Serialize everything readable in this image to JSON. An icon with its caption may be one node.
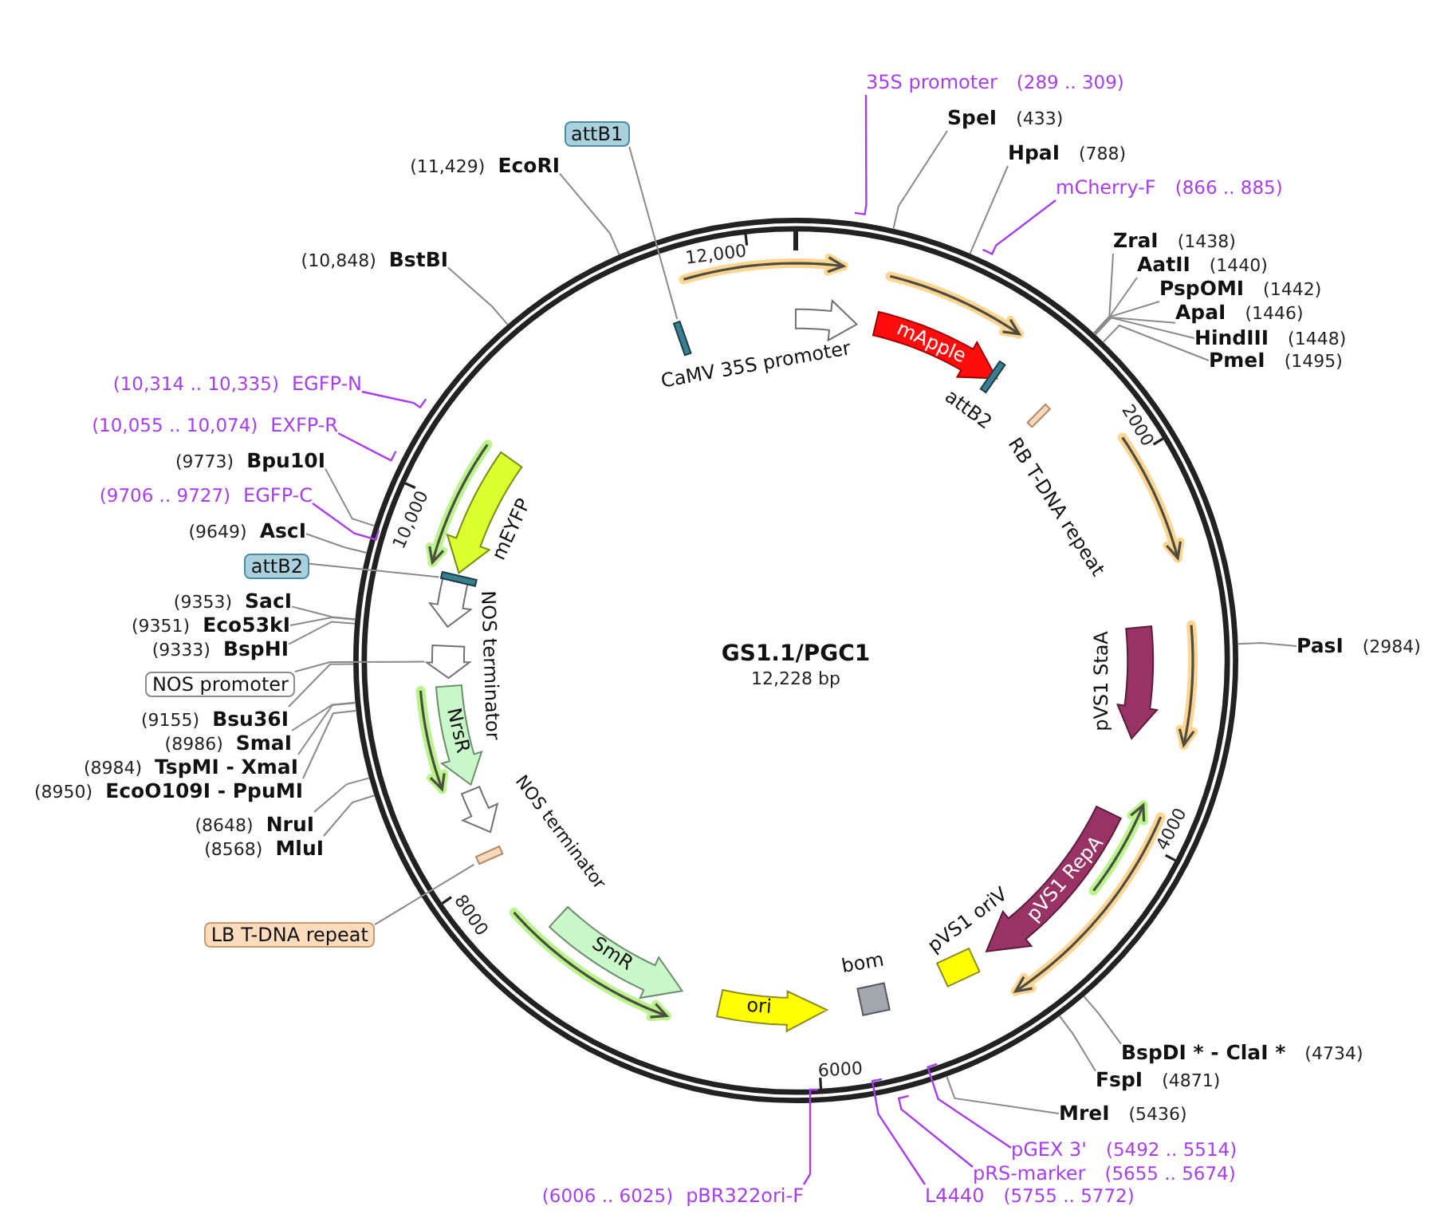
{
  "diagram": {
    "title": "GS1.1/PGC1",
    "nodes": [
      {
        "text": [
          "35S promoter"
        ],
        "beside": [
          "(289 .. 309)"
        ]
      },
      {
        "text": [
          "SpeI"
        ],
        "beside": [
          "(433)"
        ]
      },
      {
        "text": [
          "HpaI"
        ],
        "beside": [
          "(788)"
        ]
      },
      {
        "text": [
          "mCherry-F"
        ],
        "beside": [
          "(866 .. 885)"
        ]
      },
      {
        "text": [
          "ZraI"
        ],
        "beside": [
          "(1438)"
        ]
      },
      {
        "text": [
          "AatII"
        ],
        "beside": [
          "(1440)"
        ]
      },
      {
        "text": [
          "PspOMI"
        ],
        "beside": [
          "(1442)"
        ]
      },
      {
        "text": [
          "ApaI"
        ],
        "beside": [
          "(1446)"
        ]
      },
      {
        "text": [
          "HindIII"
        ],
        "beside": [
          "(1448)"
        ]
      },
      {
        "text": [
          "PmeI"
        ],
        "beside": [
          "(1495)"
        ]
      },
      {
        "text": [
          "PasI"
        ],
        "beside": [
          "(2984)"
        ]
      },
      {
        "text": [
          "BspDI * - ClaI *"
        ],
        "beside": [
          "(4734)"
        ]
      },
      {
        "text": [
          "FspI"
        ],
        "beside": [
          "(4871)"
        ]
      },
      {
        "text": [
          "MreI"
        ],
        "beside": [
          "(5436)"
        ]
      },
      {
        "text": [
          "pGEX 3'"
        ],
        "beside": [
          "(5492 .. 5514)"
        ]
      },
      {
        "text": [
          "pRS-marker"
        ],
        "beside": [
          "(5655 .. 5674)"
        ]
      },
      {
        "text": [
          "L4440"
        ],
        "beside": [
          "(5755 .. 5772)"
        ]
      },
      {
        "text": [
          "pBR322ori-F"
        ],
        "beside": [
          "(6006 .. 6025)"
        ]
      },
      {
        "text": [
          "MluI"
        ],
        "beside": [
          "(8568)"
        ]
      },
      {
        "text": [
          "NruI"
        ],
        "beside": [
          "(8648)"
        ]
      },
      {
        "text": [
          "LB T-DNA repeat"
        ]
      },
      {
        "text": [
          "EcoO109I - PpuMI"
        ],
        "beside": [
          "(8950)"
        ]
      },
      {
        "text": [
          "TspMI - XmaI"
        ],
        "beside": [
          "(8984)"
        ]
      },
      {
        "text": [
          "SmaI"
        ],
        "beside": [
          "(8986)"
        ]
      },
      {
        "text": [
          "Bsu36I"
        ],
        "beside": [
          "(9155)"
        ]
      },
      {
        "text": [
          "NOS promoter"
        ]
      },
      {
        "text": [
          "BspHI"
        ],
        "beside": [
          "(9333)"
        ]
      },
      {
        "text": [
          "Eco53kI"
        ],
        "beside": [
          "(9351)"
        ]
      },
      {
        "text": [
          "SacI"
        ],
        "beside": [
          "(9353)"
        ]
      },
      {
        "text": [
          "attB2"
        ]
      },
      {
        "text": [
          "AscI"
        ],
        "beside": [
          "(9649)"
        ]
      },
      {
        "text": [
          "EGFP-C"
        ],
        "beside": [
          "(9706 .. 9727)"
        ]
      },
      {
        "text": [
          "Bpu10I"
        ],
        "beside": [
          "(9773)"
        ]
      },
      {
        "text": [
          "EXFP-R"
        ],
        "beside": [
          "(10,055 .. 10,074)"
        ]
      },
      {
        "text": [
          "EGFP-N"
        ],
        "beside": [
          "(10,314 .. 10,335)"
        ]
      },
      {
        "text": [
          "BstBI"
        ],
        "beside": [
          "(10,848)"
        ]
      },
      {
        "text": [
          "EcoRI"
        ],
        "beside": [
          "(11,429)"
        ]
      },
      {
        "text": [
          "attB1"
        ]
      },
      {
        "text": [],
        "shape": "bar"
      },
      {
        "text": [
          "CaMV 35S promoter"
        ]
      },
      {
        "text": [
          "mApple"
        ]
      },
      {
        "text": [
          "attB2"
        ]
      },
      {
        "text": [
          "RB T-DNA repeat"
        ]
      },
      {
        "text": [
          "pVS1 StaA"
        ]
      },
      {
        "text": [
          "pVS1 RepA"
        ]
      },
      {
        "text": [
          "pVS1 oriV"
        ]
      },
      {
        "text": [
          "bom"
        ]
      },
      {
        "text": [
          "ori"
        ]
      },
      {
        "text": [
          "SmR"
        ]
      },
      {
        "text": [
          "NOS terminator"
        ]
      },
      {
        "text": [],
        "shape": "bar"
      },
      {
        "text": [
          "NrsR"
        ]
      },
      {
        "text": [],
        "shape": "arrow"
      },
      {
        "text": [
          "NOS terminator"
        ]
      },
      {
        "text": [],
        "shape": "bar"
      },
      {
        "text": [
          "mEYFP"
        ]
      }
    ],
    "edges": [
      {
        "from": 0,
        "to": null,
        "arrow": "none",
        "color": "#a83cf0"
      },
      {
        "from": 1,
        "to": null,
        "arrow": "none"
      },
      {
        "from": 2,
        "to": null,
        "arrow": "none"
      },
      {
        "from": 3,
        "to": null,
        "arrow": "none",
        "color": "#a83cf0"
      },
      {
        "from": 4,
        "to": null,
        "arrow": "none"
      },
      {
        "from": 5,
        "to": null,
        "arrow": "none"
      },
      {
        "from": 6,
        "to": null,
        "arrow": "none"
      },
      {
        "from": 7,
        "to": null,
        "arrow": "none"
      },
      {
        "from": 8,
        "to": null,
        "arrow": "none"
      },
      {
        "from": 9,
        "to": null,
        "arrow": "none"
      },
      {
        "from": 10,
        "to": null,
        "arrow": "none"
      },
      {
        "from": 11,
        "to": null,
        "arrow": "none"
      },
      {
        "from": 12,
        "to": null,
        "arrow": "none"
      },
      {
        "from": 13,
        "to": null,
        "arrow": "none"
      },
      {
        "from": 14,
        "to": null,
        "arrow": "none",
        "color": "#a83cf0"
      },
      {
        "from": 15,
        "to": null,
        "arrow": "none",
        "color": "#a83cf0"
      },
      {
        "from": 16,
        "to": null,
        "arrow": "none",
        "color": "#a83cf0"
      },
      {
        "from": 17,
        "to": null,
        "arrow": "none",
        "color": "#a83cf0"
      },
      {
        "from": 18,
        "to": null,
        "arrow": "none"
      },
      {
        "from": 19,
        "to": null,
        "arrow": "none"
      },
      {
        "from": 20,
        "to": 50,
        "arrow": "none"
      },
      {
        "from": 21,
        "to": null,
        "arrow": "none"
      },
      {
        "from": 22,
        "to": null,
        "arrow": "none"
      },
      {
        "from": 23,
        "to": null,
        "arrow": "none"
      },
      {
        "from": 24,
        "to": null,
        "arrow": "none"
      },
      {
        "from": 25,
        "to": 52,
        "arrow": "none"
      },
      {
        "from": 26,
        "to": null,
        "arrow": "none"
      },
      {
        "from": 27,
        "to": null,
        "arrow": "none"
      },
      {
        "from": 28,
        "to": null,
        "arrow": "none"
      },
      {
        "from": 29,
        "to": 54,
        "arrow": "none"
      },
      {
        "from": 30,
        "to": null,
        "arrow": "none"
      },
      {
        "from": 31,
        "to": null,
        "arrow": "none",
        "color": "#a83cf0"
      },
      {
        "from": 32,
        "to": null,
        "arrow": "none"
      },
      {
        "from": 33,
        "to": null,
        "arrow": "none",
        "color": "#a83cf0"
      },
      {
        "from": 34,
        "to": null,
        "arrow": "none",
        "color": "#a83cf0"
      },
      {
        "from": 35,
        "to": null,
        "arrow": "none"
      },
      {
        "from": 36,
        "to": null,
        "arrow": "none"
      },
      {
        "from": 37,
        "to": 38,
        "arrow": "none"
      }
    ],
    "labels": [
      "12,000",
      "2000",
      "10,000",
      "12,228 bp",
      "4000",
      "8000",
      "6000"
    ]
  }
}
